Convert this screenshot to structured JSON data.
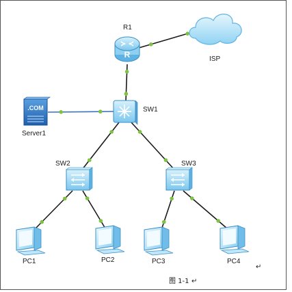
{
  "diagram": {
    "nodes": [
      {
        "id": "r1",
        "label": "R1",
        "type": "router-icon"
      },
      {
        "id": "isp",
        "label": "ISP",
        "type": "cloud-icon"
      },
      {
        "id": "sw1",
        "label": "SW1",
        "type": "core-switch-icon"
      },
      {
        "id": "server1",
        "label": "Server1",
        "type": "server-icon"
      },
      {
        "id": "sw2",
        "label": "SW2",
        "type": "switch-icon"
      },
      {
        "id": "sw3",
        "label": "SW3",
        "type": "switch-icon"
      },
      {
        "id": "pc1",
        "label": "PC1",
        "type": "pc-icon"
      },
      {
        "id": "pc2",
        "label": "PC2",
        "type": "pc-icon"
      },
      {
        "id": "pc3",
        "label": "PC3",
        "type": "pc-icon"
      },
      {
        "id": "pc4",
        "label": "PC4",
        "type": "pc-icon"
      }
    ],
    "links": [
      {
        "from": "r1",
        "to": "isp"
      },
      {
        "from": "r1",
        "to": "sw1"
      },
      {
        "from": "server1",
        "to": "sw1"
      },
      {
        "from": "sw1",
        "to": "sw2"
      },
      {
        "from": "sw1",
        "to": "sw3"
      },
      {
        "from": "sw2",
        "to": "pc1"
      },
      {
        "from": "sw2",
        "to": "pc2"
      },
      {
        "from": "sw3",
        "to": "pc3"
      },
      {
        "from": "sw3",
        "to": "pc4"
      }
    ],
    "server_badge": ".COM",
    "router_glyph": "R",
    "caption": "图 1-1",
    "caption_mark": "↵",
    "para_mark": "↵",
    "colors": {
      "link": "#1a1a1a",
      "link_server": "#3a6fc4",
      "port_dot": "#7dc242",
      "device_fill": "#9fd8f5",
      "device_stroke": "#3b8fc4"
    }
  }
}
